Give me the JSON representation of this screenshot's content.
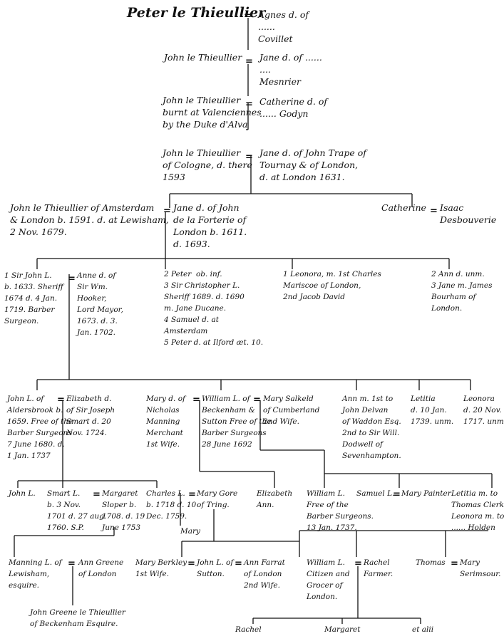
{
  "gen1": {
    "head": "Peter le Thieullier",
    "spouse": "Agnes d. of\n......\nCovillet"
  },
  "gen2": {
    "head": "John le Thieullier",
    "spouse": "Jane d. of ......\n....\nMesnrier"
  },
  "gen3": {
    "head": "John le Thieullier\nburnt at Valenciennes\nby the Duke d'Alva",
    "spouse": "Catherine d. of\n...... Godyn"
  },
  "gen4": {
    "head": "John le Thieullier\nof Cologne, d. there\n1593",
    "spouse": "Jane d. of John Trape of\nTournay & of London,\nd. at London 1631."
  },
  "gen5": {
    "head": "John le Thieullier of Amsterdam\n& London b. 1591. d. at Lewisham,\n2 Nov. 1679.",
    "spouse": "Jane d. of John\nde la Forterie of\nLondon b. 1611.\nd. 1693.",
    "sister": "Catherine",
    "sister_spouse": "Isaac\nDesbouverie"
  },
  "gen6": {
    "john": "1 Sir John L.\nb. 1633. Sheriff\n1674 d. 4 Jan.\n1719. Barber\nSurgeon.",
    "anne": "Anne d. of\nSir Wm.\nHooker,\nLord Mayor,\n1673. d. 3.\nJan. 1702.",
    "brothers": "2 Peter  ob. inf.\n3 Sir Christopher L.\nSheriff 1689. d. 1690\nm. Jane Ducane.\n4 Samuel d. at\nAmsterdam\n5 Peter d. at Ilford æt. 10.",
    "leonora": "1 Leonora, m. 1st Charles\nMariscoe of London,\n2nd Jacob David",
    "anne_jane": "2 Ann d. unm.\n3 Jane m. James\nBourham of\nLondon."
  },
  "gen7": {
    "john": "John L. of\nAldersbrook b.\n1659. Free of the\nBarber Surgeons\n7 June 1680. d.\n1 Jan. 1737",
    "elizabeth": "Elizabeth d.\nof Sir Joseph\nSmart d. 20\nNov. 1724.",
    "mary_m": "Mary d. of\nNicholas\nManning\nMerchant\n1st Wife.",
    "william": "William L. of\nBeckenham &\nSutton Free of the\nBarber Surgeons\n28 June 1692",
    "mary_s": "Mary Salkeld\nof Cumberland\n2nd Wife.",
    "ann": "Ann m. 1st to\nJohn Delvan\nof Waddon Esq.\n2nd to Sir Will.\nDodwell of\nSevenhampton.",
    "letitia": "Letitia\nd. 10 Jan.\n1739. unm.",
    "leonora": "Leonora\nd. 20 Nov.\n1717. unm."
  },
  "gen8": {
    "john": "John L.",
    "smart": "Smart L.\nb. 3 Nov.\n1701 d. 27 aug.\n1760. S.P.",
    "margaret": "Margaret\nSloper b.\n1708. d. 19\nJune 1753",
    "charles": "Charles L.\nb. 1718 d. 10\nDec. 1759.",
    "mary_gore": "Mary Gore\nof Tring.",
    "charles_child": "Mary",
    "elizabeth_ann": "Elizabeth\nAnn.",
    "william": "William L.\nFree of the\nBarber Surgeons.\n13 Jan. 1737.",
    "samuel": "Samuel L.",
    "mary_painter": "Mary Painter",
    "letitia": "Letitia m. to\nThomas Clerk\nLeonora m. to\n...... Holden"
  },
  "gen9": {
    "manning": "Manning L. of\nLewisham,\nesquire.",
    "ann_greene": "Ann Greene\nof London",
    "mary_berkley": "Mary Berkley\n1st Wife.",
    "john_sutton": "John L. of\nSutton.",
    "ann_farrat": "Ann Farrat\nof London\n2nd Wife.",
    "william": "William L.\nCitizen and\nGrocer of\nLondon.",
    "rachel": "Rachel\nFarmer.",
    "thomas": "Thomas",
    "mary_s": "Mary\nSerimsour."
  },
  "gen10": {
    "john_greene": "John Greene le Thieullier\nof Beckenham Esquire.",
    "rachel": "Rachel",
    "margaret": "Margaret",
    "etalii": "et alii"
  },
  "marriage_sign": "="
}
